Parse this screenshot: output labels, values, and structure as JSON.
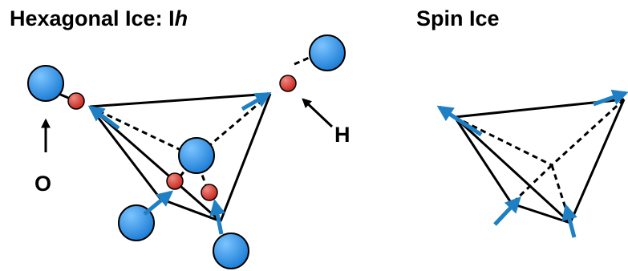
{
  "titles": {
    "left_main": "Hexagonal Ice: I",
    "left_italic": "h",
    "right": "Spin Ice"
  },
  "labels": {
    "oxygen": "O",
    "hydrogen": "H"
  },
  "colors": {
    "oxygen_atom": "#2f8fe0",
    "hydrogen_atom": "#d9392f",
    "arrow": "#1f7fc4",
    "line": "#000000"
  }
}
